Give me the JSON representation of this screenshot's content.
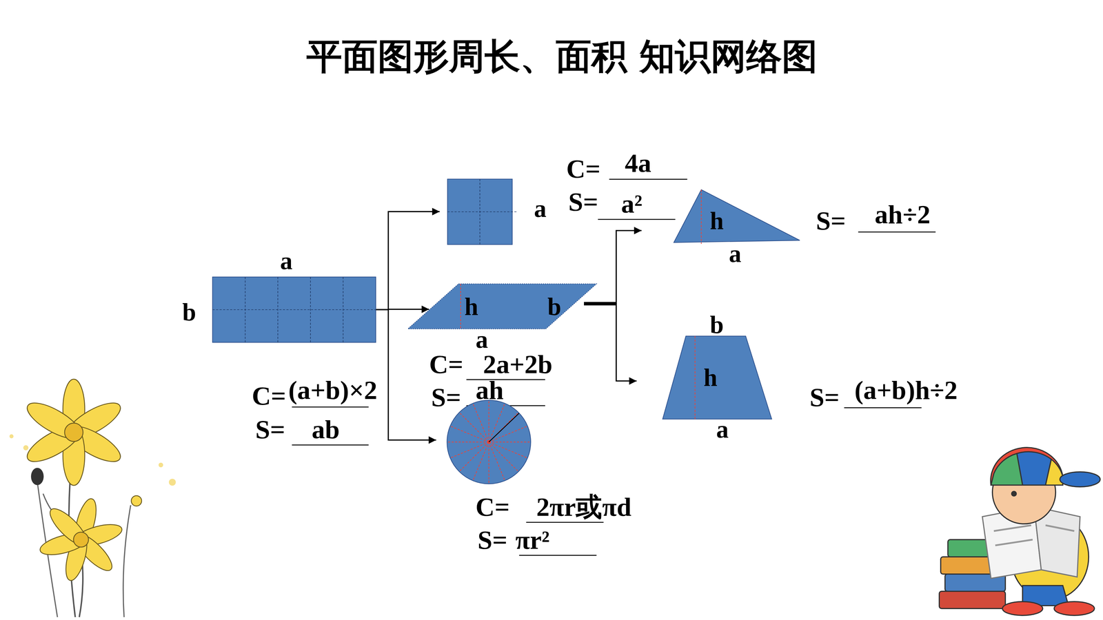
{
  "diagram": {
    "title": "平面图形周长、面积 知识网络图",
    "nodes": [
      {
        "text": [
          "a",
          "b",
          "C=",
          "(a+b)×2",
          "S=",
          "ab"
        ]
      },
      {
        "text": [
          "a",
          "C=",
          "4a",
          "S=",
          "a²"
        ]
      },
      {
        "text": [
          "h",
          "b",
          "a",
          "C=",
          "2a+2b",
          "S=",
          "ah"
        ]
      },
      {
        "text": [
          "C=",
          "2πr或πd",
          "S=",
          "πr²"
        ]
      },
      {
        "text": [
          "h",
          "a",
          "S=",
          "ah÷2"
        ]
      },
      {
        "text": [
          "b",
          "h",
          "a",
          "S=",
          "(a+b)h÷2"
        ]
      }
    ],
    "edges": [
      {
        "from": 0,
        "to": 1,
        "arrow": "to"
      },
      {
        "from": 0,
        "to": 2,
        "arrow": "to"
      },
      {
        "from": 0,
        "to": 3,
        "arrow": "to"
      },
      {
        "from": 2,
        "to": 4,
        "arrow": "to"
      },
      {
        "from": 2,
        "to": 5,
        "arrow": "to"
      }
    ]
  }
}
